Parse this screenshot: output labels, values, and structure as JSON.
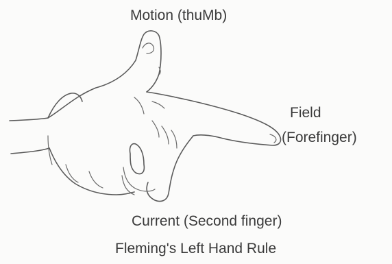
{
  "labels": {
    "motion": "Motion (thuMb)",
    "field_line1": "Field",
    "field_line2": "(Forefinger)",
    "current": "Current (Second finger)"
  },
  "caption": "Fleming's Left Hand Rule",
  "colors": {
    "line": "#5a5a5a",
    "text": "#3a3a3a",
    "background": "#fbfbfa"
  }
}
